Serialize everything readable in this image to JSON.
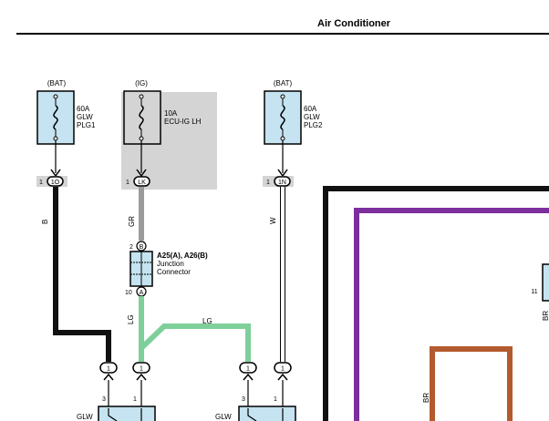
{
  "header": {
    "title": "Air Conditioner"
  },
  "fuses": [
    {
      "supply": "(BAT)",
      "rating": "60A",
      "name_line1": "GLW",
      "name_line2": "PLG1",
      "pin": "1",
      "connector": "1O",
      "wire": "B"
    },
    {
      "supply": "(IG)",
      "rating": "10A",
      "name_line1": "ECU-IG LH",
      "name_line2": "",
      "pin": "1",
      "connector": "LK",
      "wire": "GR"
    },
    {
      "supply": "(BAT)",
      "rating": "60A",
      "name_line1": "GLW",
      "name_line2": "PLG2",
      "pin": "1",
      "connector": "1N",
      "wire": "W"
    }
  ],
  "junction": {
    "title": "A25(A), A26(B)",
    "subtitle_line1": "Junction",
    "subtitle_line2": "Connector",
    "top_pin": "2",
    "top_letter": "B",
    "bottom_pin": "10",
    "bottom_letter": "A",
    "out_wire": "LG",
    "branch_wire": "LG"
  },
  "lower_connectors": [
    {
      "label": "1"
    },
    {
      "label": "1"
    },
    {
      "label": "1"
    },
    {
      "label": "1"
    }
  ],
  "relays": [
    {
      "label": "GLW",
      "pin_left": "3",
      "pin_right": "1"
    },
    {
      "label": "GLW",
      "pin_left": "3",
      "pin_right": "1"
    }
  ],
  "right_side": {
    "pin": "11",
    "wire_br_upper": "BR",
    "wire_br_lower": "BR"
  },
  "colors": {
    "black": "#111111",
    "gray_wire": "#9b9b9b",
    "green_wire": "#7fcf9a",
    "purple": "#7d2f9e",
    "brown": "#b35a2e",
    "fuse_fill": "#c5e3f0",
    "ig_panel": "#d4d4d4"
  }
}
